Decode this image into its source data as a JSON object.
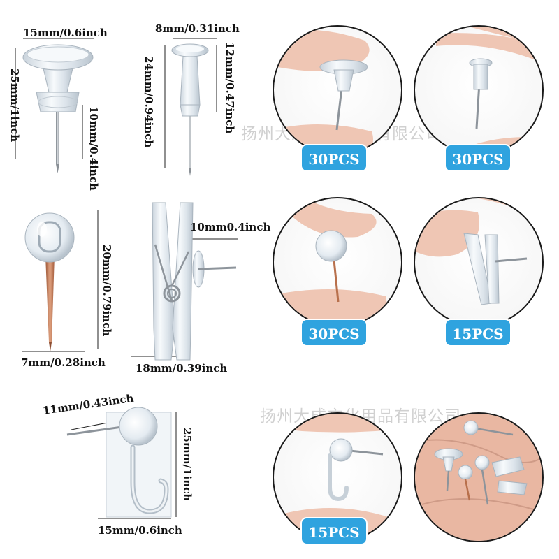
{
  "colors": {
    "badge_bg": "#2fa3df",
    "badge_text": "#ffffff",
    "label_text": "#111111",
    "pin_plastic": "#dfe7ee",
    "pin_metal": "#9aa0a6",
    "pin_copper": "#c47a52",
    "skin": "#eec3b0"
  },
  "watermark": "扬州大成文化用品有限公司",
  "products": [
    {
      "name": "pushpin-flat-head",
      "dims": [
        "15mm/0.6inch",
        "25mm/1inch",
        "10mm/0.4inch"
      ],
      "quantity": "30PCS"
    },
    {
      "name": "pushpin-tall-head",
      "dims": [
        "8mm/0.31inch",
        "24mm/0.94inch",
        "12mm/0.47inch"
      ],
      "quantity": "30PCS"
    },
    {
      "name": "ball-head-pin",
      "dims": [
        "20mm/0.79inch",
        "7mm/0.28inch"
      ],
      "quantity": "30PCS"
    },
    {
      "name": "clip-pin",
      "dims": [
        "10mm0.4inch",
        "18mm/0.39inch"
      ],
      "quantity": "15PCS"
    },
    {
      "name": "hook-pin",
      "dims": [
        "11mm/0.43inch",
        "25mm/1inch",
        "15mm/0.6inch"
      ],
      "quantity": "15PCS"
    }
  ]
}
